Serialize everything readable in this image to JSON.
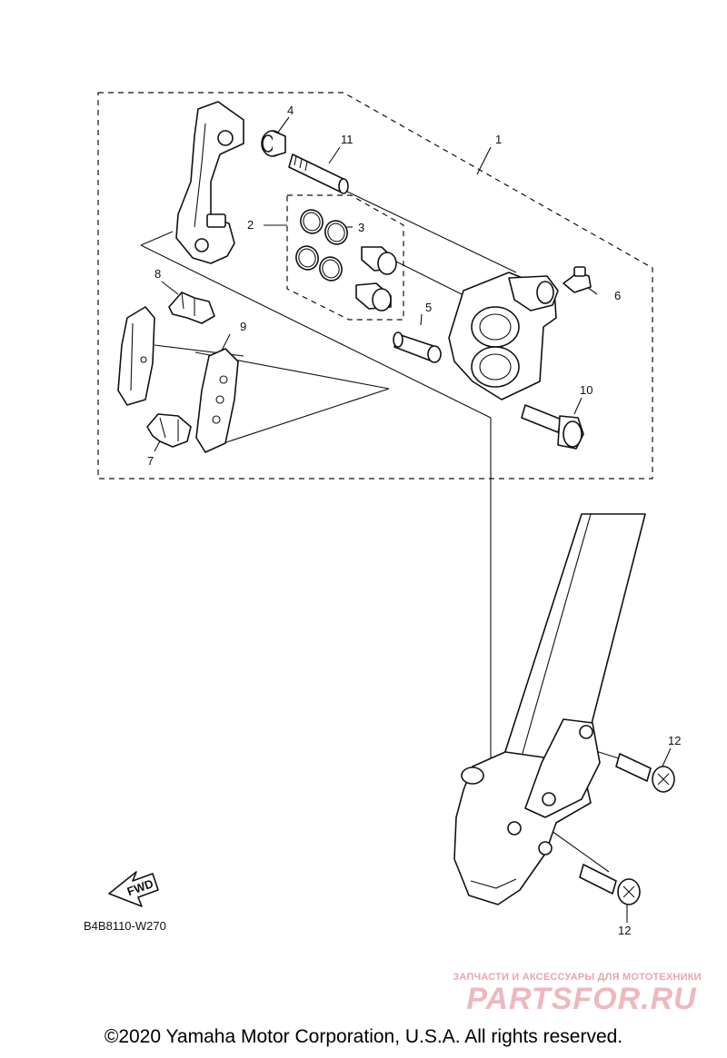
{
  "callouts": {
    "c1": "1",
    "c2": "2",
    "c3": "3",
    "c4": "4",
    "c5": "5",
    "c6": "6",
    "c7": "7",
    "c8": "8",
    "c9": "9",
    "c10": "10",
    "c11": "11",
    "c12a": "12",
    "c12b": "12"
  },
  "fwd_label": "FWD",
  "diagram_code": "B4B8110-W270",
  "watermark": {
    "tagline": "ЗАПЧАСТИ И АКСЕССУАРЫ ДЛЯ МОТОТЕХНИКИ",
    "brand": "PARTSFOR.RU"
  },
  "copyright": "©2020 Yamaha Motor Corporation, U.S.A. All rights reserved."
}
